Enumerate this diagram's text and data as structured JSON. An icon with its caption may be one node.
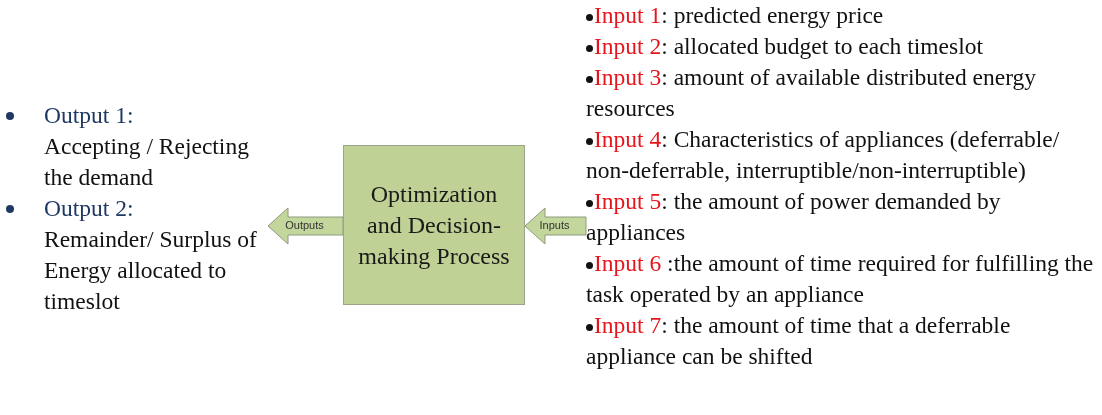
{
  "diagram": {
    "nodes": [
      {
        "text": [
          "Output 1: Accepting / Rejecting the demand",
          "Output 2: Remainder/ Surplus of Energy allocated to timeslot"
        ]
      },
      {
        "text": [
          "Optimization and Decision-making Process"
        ]
      },
      {
        "text": [
          "Input 1: predicted energy price",
          "Input 2: allocated budget to each timeslot",
          "Input 3: amount of available distributed energy resources",
          "Input 4: Characteristics of appliances (deferrable/ non-deferrable, interruptible/non-interruptible)",
          "Input 5: the amount of power demanded by appliances",
          "Input 6 :the amount of time required for fulfilling the task operated by an appliance",
          "Input 7: the amount of time that a deferrable appliance can be shifted"
        ]
      }
    ],
    "edges": [
      {
        "from": 1,
        "to": 0,
        "arrow": "to",
        "label": "Outputs"
      },
      {
        "from": 2,
        "to": 1,
        "arrow": "to",
        "label": "Inputs"
      }
    ]
  }
}
